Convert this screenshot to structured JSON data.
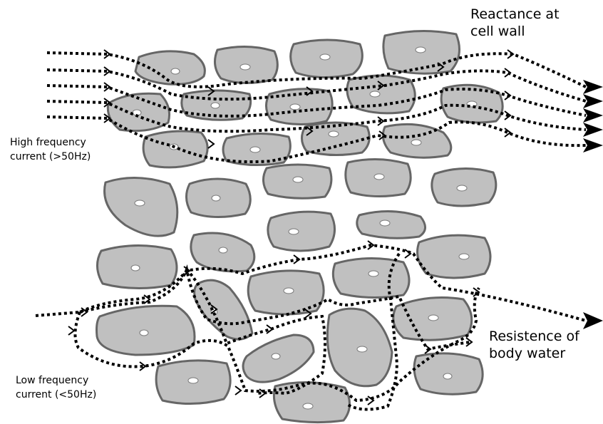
{
  "labels": {
    "reactance_line1": "Reactance at",
    "reactance_line2": "cell wall",
    "high_freq_line1": "High frequency",
    "high_freq_line2": "current (>50Hz)",
    "resistance_line1": "Resistence of",
    "resistance_line2": "body water",
    "low_freq_line1": "Low frequency",
    "low_freq_line2": "current (<50Hz)"
  },
  "colors": {
    "cell_fill": "#c0c0c0",
    "cell_outline": "#666666",
    "nucleus": "#ffffff",
    "current_path": "#000000"
  }
}
